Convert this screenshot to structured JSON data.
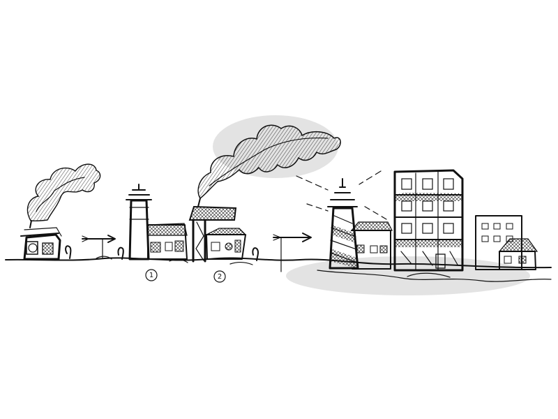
{
  "scene": {
    "kind": "ink sketch",
    "background_color": "#ffffff",
    "ink_color": "#111111"
  },
  "markers": {
    "marker_1": "1",
    "marker_2": "2"
  }
}
